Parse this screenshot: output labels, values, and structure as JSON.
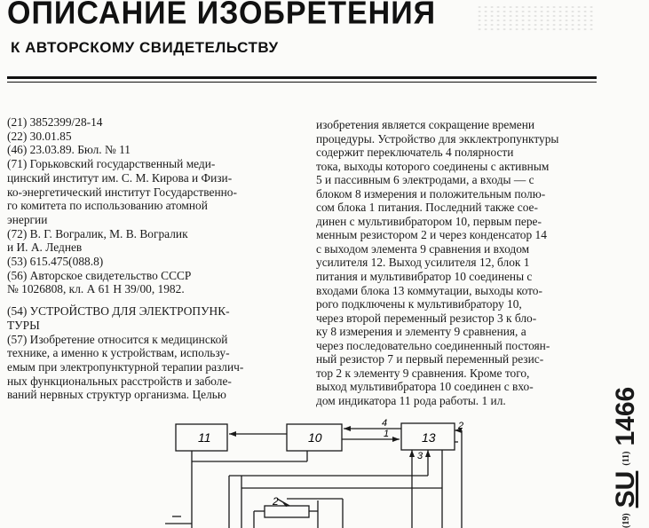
{
  "header": {
    "title": "ОПИСАНИЕ ИЗОБРЕТЕНИЯ",
    "subtitle": "К АВТОРСКОМУ СВИДЕТЕЛЬСТВУ"
  },
  "biblio": [
    "(21)  3852399/28-14",
    "(22)  30.01.85",
    "(46)  23.03.89. Бюл. № 11",
    "(71)  Горьковский государственный меди-",
    "цинский институт им. С. М. Кирова и Физи-",
    "ко-энергетический институт Государственно-",
    "го комитета по использованию атомной",
    "энергии",
    "(72)  В. Г. Вогралик, М. В. Вогралик",
    "и И. А. Леднев",
    "(53)  615.475(088.8)",
    "(56)  Авторское свидетельство СССР",
    "№ 1026808, кл. А 61 Н 39/00, 1982."
  ],
  "title_block": [
    "(54)  УСТРОЙСТВО ДЛЯ ЭЛЕКТРОПУНК-",
    "ТУРЫ"
  ],
  "abstract_left": [
    "(57)  Изобретение относится к медицинской",
    "технике, а именно к устройствам, использу-",
    "емым при электропунктурной терапии различ-",
    "ных функциональных расстройств и заболе-",
    "ваний нервных структур организма. Целью"
  ],
  "abstract_right": [
    "изобретения является сокращение времени",
    "процедуры. Устройство для экклектропунктуры",
    "содержит переключатель 4 полярности",
    "тока, выходы которого соединены с активным",
    "5 и пассивным 6 электродами, а входы — с",
    "блоком 8 измерения и положительным полю-",
    "сом блока 1 питания. Последний также сое-",
    "динен с мультивибратором 10, первым пере-",
    "менным резистором 2 и через конденсатор 14",
    "с выходом элемента 9 сравнения и входом",
    "усилителя 12. Выход усилителя 12, блок 1",
    "питания и мультивибратор 10 соединены с",
    "входами блока 13 коммутации, выходы кото-",
    "рого подключены к мультивибратору 10,",
    "через второй переменный резистор 3 к бло-",
    "ку 8 измерения и элементу 9 сравнения, а",
    "через последовательно соединенный постоян-",
    "ный резистор 7 и первый переменный резис-",
    "тор 2 к элементу 9 сравнения. Кроме того,",
    "выход мультивибратора 10 соединен с вхо-",
    "дом индикатора 11 рода работы. 1 ил."
  ],
  "side_code": {
    "label_19": "(19)",
    "su": "SU",
    "label_11": "(11)",
    "number": "1466"
  },
  "diagram": {
    "block_11": "11",
    "block_10": "10",
    "block_13": "13",
    "resistor_2": "2",
    "port_4": "4",
    "port_1": "1",
    "port_3": "3",
    "port_2": "2"
  }
}
